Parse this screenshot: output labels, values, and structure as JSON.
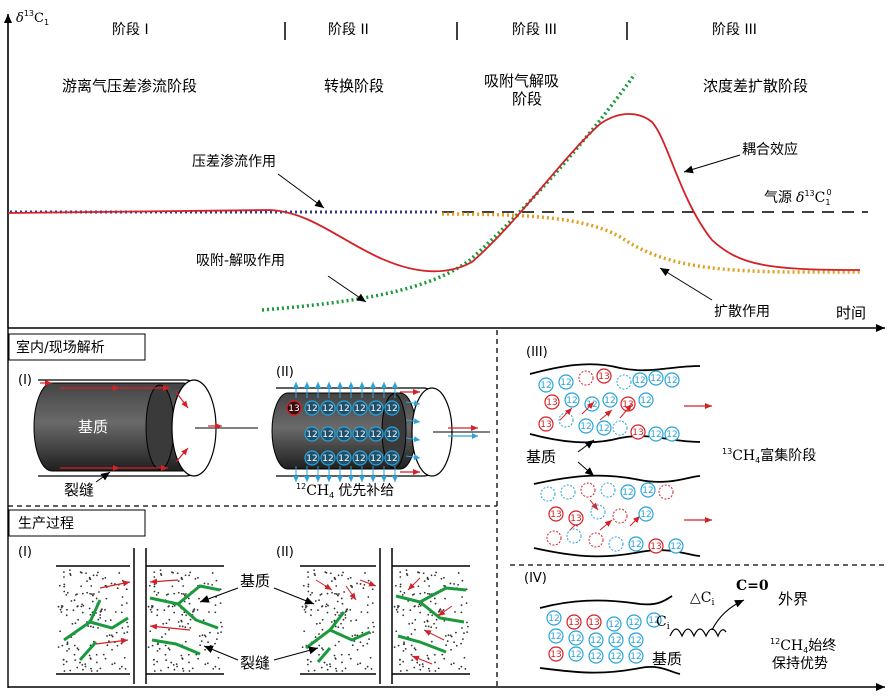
{
  "axes": {
    "y_label_main": "δ",
    "y_label_sup": "13",
    "y_label_C": "C",
    "y_label_sub": "1",
    "x_label": "时间"
  },
  "stages": [
    {
      "header": "阶段 I",
      "name": "游离气压差渗流阶段"
    },
    {
      "header": "阶段 II",
      "name": "转换阶段"
    },
    {
      "header": "阶段 III",
      "name_line1": "吸附气解吸",
      "name_line2": "阶段"
    },
    {
      "header": "阶段 III",
      "name": "浓度差扩散阶段"
    }
  ],
  "curve_labels": {
    "pressure_flow": "压差渗流作用",
    "adsorption": "吸附-解吸作用",
    "coupling": "耦合效应",
    "diffusion": "扩散作用",
    "source_prefix": "气源",
    "source_delta": "δ",
    "source_sup": "13",
    "source_C": "C",
    "source_sub": "1",
    "source_sup2": "0"
  },
  "lab_section": {
    "title": "室内/现场解析",
    "case1_label": "(I)",
    "case2_label": "(II)",
    "matrix_label": "基质",
    "fracture_label": "裂缝",
    "case2_caption_sup": "12",
    "case2_caption_rest": "CH",
    "case2_caption_sub": "4",
    "case2_caption_tail": "优先补给"
  },
  "production_section": {
    "title": "生产过程",
    "case1_label": "(I)",
    "case2_label": "(II)",
    "matrix_label": "基质",
    "fracture_label": "裂缝"
  },
  "stage3_panel": {
    "label": "(III)",
    "matrix_label": "基质",
    "note_sup": "13",
    "note_rest": "CH",
    "note_sub": "4",
    "note_tail": "富集阶段"
  },
  "stage4_panel": {
    "label": "(IV)",
    "ci_label": "C",
    "ci_sub": "i",
    "delta_label": "△C",
    "delta_sub": "i",
    "c0_label": "C=0",
    "outside_label": "外界",
    "matrix_label": "基质",
    "note_sup": "12",
    "note_rest": "CH",
    "note_sub": "4",
    "note_tail": "始终",
    "note_line2": "保持优势"
  },
  "molecules": {
    "light": "12",
    "heavy": "13"
  },
  "colors": {
    "red_curve": "#d42027",
    "blue_dot": "#2b3a8f",
    "green_dot": "#1a9a3c",
    "orange_dot": "#e0a020",
    "cyan": "#29a3da",
    "molecule_red": "#d42027"
  }
}
